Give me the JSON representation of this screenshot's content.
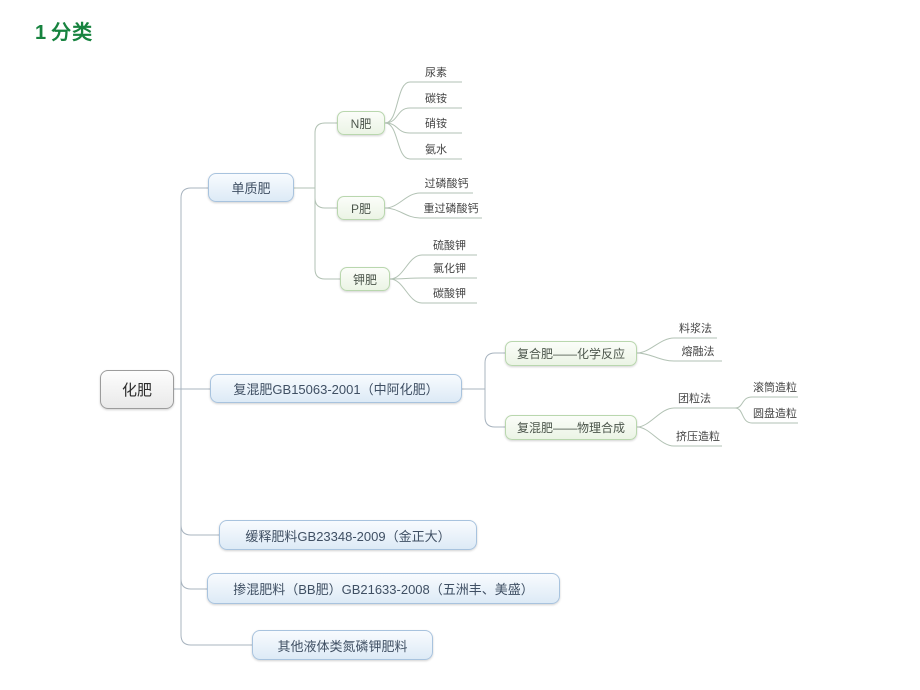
{
  "title": {
    "number": "1",
    "label": "分类"
  },
  "nodes": {
    "root": "化肥",
    "single": "单质肥",
    "n": "N肥",
    "p": "P肥",
    "k": "钾肥",
    "compound": "复混肥GB15063-2001（中阿化肥）",
    "compound_chemical": "复合肥——化学反应",
    "compound_physical": "复混肥——物理合成",
    "slow_release": "缓释肥料GB23348-2009（金正大）",
    "blended_bb": "掺混肥料（BB肥）GB21633-2008（五洲丰、美盛）",
    "other_liquid": "其他液体类氮磷钾肥料",
    "n_children": [
      "尿素",
      "碳铵",
      "硝铵",
      "氨水"
    ],
    "p_children": [
      "过磷酸钙",
      "重过磷酸钙"
    ],
    "k_children": [
      "硫酸钾",
      "氯化钾",
      "碳酸钾"
    ],
    "chemical_children": [
      "料浆法",
      "熔融法"
    ],
    "physical_children": [
      "团粒法",
      "挤压造粒"
    ],
    "granulation_children": [
      "滚筒造粒",
      "圆盘造粒"
    ]
  },
  "colors": {
    "title_green": "#17833f",
    "blue_border": "#a8c3de",
    "green_border": "#b9d7ae",
    "gray_border": "#9c9c9c",
    "trunk_line": "#a8b4bf",
    "branch_line": "#b2c2b4"
  }
}
